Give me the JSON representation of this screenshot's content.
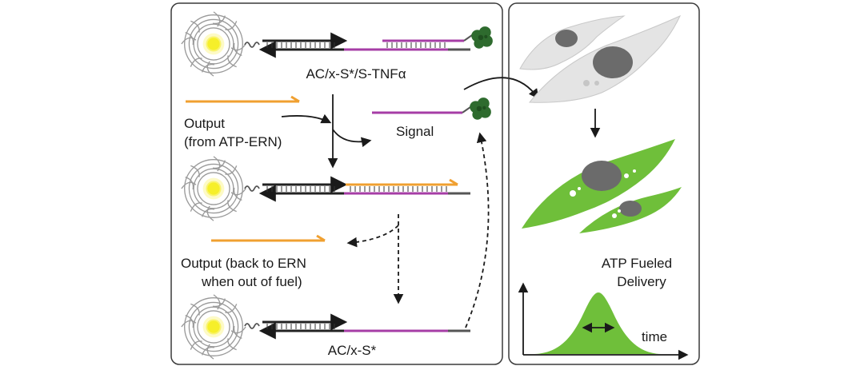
{
  "panels": {
    "left": {
      "labels": {
        "complex": "AC/x-S*/S-TNFα",
        "output_in_line1": "Output",
        "output_in_line2": "(from ATP-ERN)",
        "signal": "Signal",
        "output_back_line1": "Output (back to ERN",
        "output_back_line2": "when out of fuel)",
        "product": "AC/x-S*"
      }
    },
    "right": {
      "labels": {
        "delivery_line1": "ATP Fueled",
        "delivery_line2": "Delivery",
        "time_axis": "time"
      }
    }
  },
  "colors": {
    "panel_border": "#3a3a3a",
    "output_strand": "#f0a030",
    "signal_strand": "#a63da6",
    "anchor_strand": "#222222",
    "protein": "#2e6b2e",
    "cell_inactive": "#e4e4e4",
    "cell_active": "#6fbf3a",
    "nucleus": "#6b6b6b",
    "nanoparticle_core": "#f6ef2a",
    "delivery_curve": "#6fbf3a"
  },
  "icons": {
    "nanoparticle": "nanoparticle-icon",
    "protein": "tnf-protein-icon",
    "cell": "cell-icon"
  }
}
